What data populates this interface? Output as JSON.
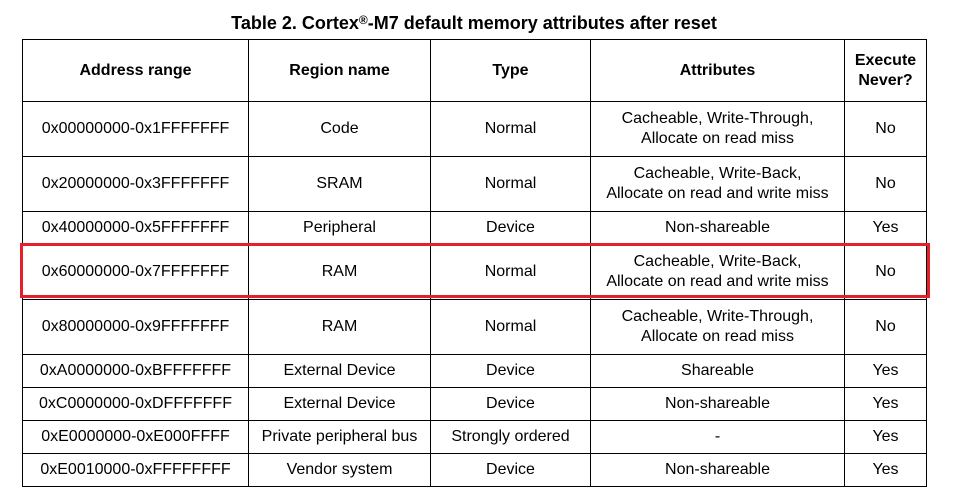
{
  "caption": {
    "prefix": "Table 2. Cortex",
    "registered_mark": "®",
    "suffix": "-M7 default memory attributes after reset"
  },
  "headers": {
    "address_range": "Address range",
    "region_name": "Region name",
    "type": "Type",
    "attributes": "Attributes",
    "execute_never_line1": "Execute",
    "execute_never_line2": "Never?"
  },
  "rows": [
    {
      "address": "0x00000000-0x1FFFFFFF",
      "region": "Code",
      "type": "Normal",
      "attr1": "Cacheable, Write-Through,",
      "attr2": "Allocate on read miss",
      "xn": "No"
    },
    {
      "address": "0x20000000-0x3FFFFFFF",
      "region": "SRAM",
      "type": "Normal",
      "attr1": "Cacheable, Write-Back,",
      "attr2": "Allocate on read and write miss",
      "xn": "No"
    },
    {
      "address": "0x40000000-0x5FFFFFFF",
      "region": "Peripheral",
      "type": "Device",
      "attr1": "Non-shareable",
      "attr2": "",
      "xn": "Yes"
    },
    {
      "address": "0x60000000-0x7FFFFFFF",
      "region": "RAM",
      "type": "Normal",
      "attr1": "Cacheable, Write-Back,",
      "attr2": "Allocate on read and write miss",
      "xn": "No"
    },
    {
      "address": "0x80000000-0x9FFFFFFF",
      "region": "RAM",
      "type": "Normal",
      "attr1": "Cacheable, Write-Through,",
      "attr2": "Allocate on read miss",
      "xn": "No"
    },
    {
      "address": "0xA0000000-0xBFFFFFFF",
      "region": "External Device",
      "type": "Device",
      "attr1": "Shareable",
      "attr2": "",
      "xn": "Yes"
    },
    {
      "address": "0xC0000000-0xDFFFFFFF",
      "region": "External Device",
      "type": "Device",
      "attr1": "Non-shareable",
      "attr2": "",
      "xn": "Yes"
    },
    {
      "address": "0xE0000000-0xE000FFFF",
      "region": "Private peripheral bus",
      "type": "Strongly ordered",
      "attr1": "-",
      "attr2": "",
      "xn": "Yes"
    },
    {
      "address": "0xE0010000-0xFFFFFFFF",
      "region": "Vendor system",
      "type": "Device",
      "attr1": "Non-shareable",
      "attr2": "",
      "xn": "Yes"
    }
  ],
  "highlight": {
    "row_index": 3,
    "color": "#e4202a"
  }
}
